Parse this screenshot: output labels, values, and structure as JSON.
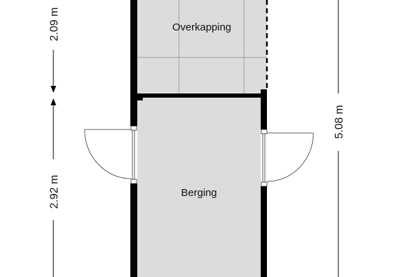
{
  "rooms": {
    "overkapping": "Overkapping",
    "berging": "Berging"
  },
  "dimensions": {
    "overkapping_height": "2.09 m",
    "berging_height": "2.92 m",
    "total_height": "5.08 m"
  },
  "colors": {
    "floor": "#dcdcdc",
    "wall": "#000000",
    "grid": "#888888"
  }
}
